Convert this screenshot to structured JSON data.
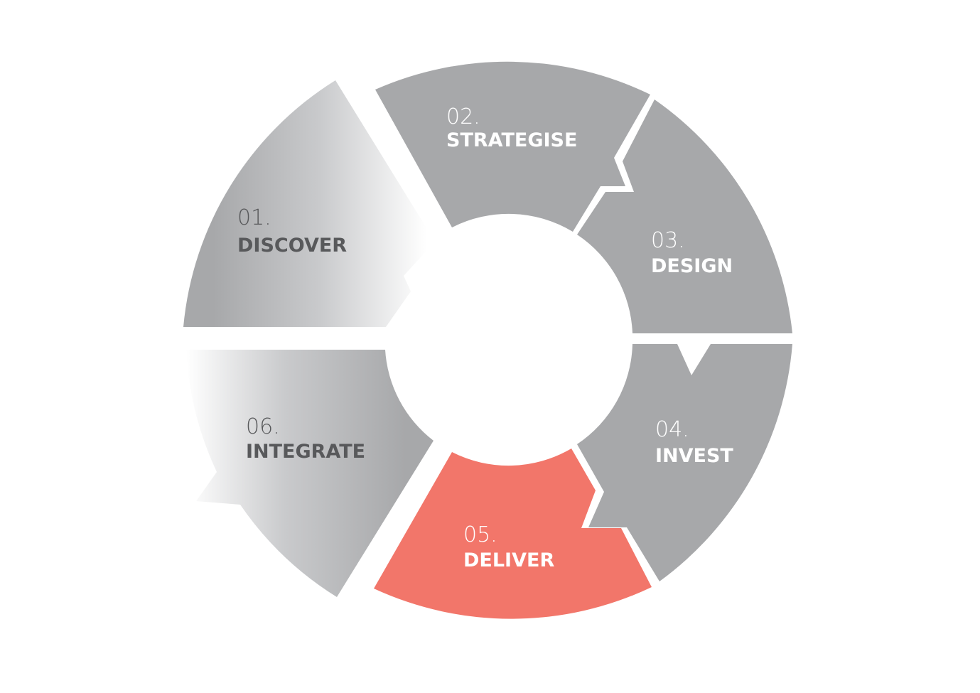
{
  "colors": {
    "background": "#ffffff",
    "segment": "#a7a8aa",
    "highlight": "#f2766a",
    "text_light": "#ffffff",
    "text_dark": "#58595b"
  },
  "steps": [
    {
      "number": "01.",
      "name": "DISCOVER",
      "style": "faded"
    },
    {
      "number": "02.",
      "name": "STRATEGISE",
      "style": "solid"
    },
    {
      "number": "03.",
      "name": "DESIGN",
      "style": "solid"
    },
    {
      "number": "04.",
      "name": "INVEST",
      "style": "solid"
    },
    {
      "number": "05.",
      "name": "DELIVER",
      "style": "highlight"
    },
    {
      "number": "06.",
      "name": "INTEGRATE",
      "style": "faded"
    }
  ]
}
